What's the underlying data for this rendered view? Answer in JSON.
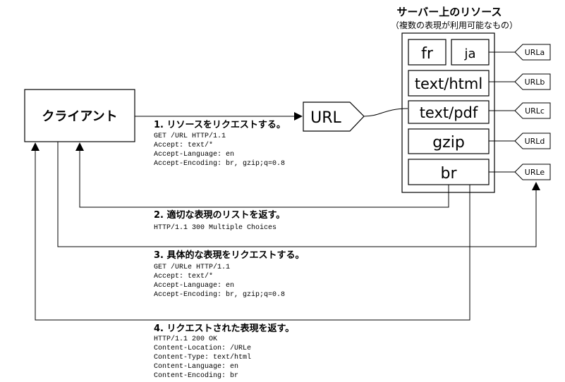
{
  "server": {
    "title": "サーバー上のリソース",
    "subtitle": "（複数の表現が利用可能なもの）",
    "row_fr": "fr",
    "row_ja": "ja",
    "row_html": "text/html",
    "row_pdf": "text/pdf",
    "row_gzip": "gzip",
    "row_br": "br",
    "url_a": "URLa",
    "url_b": "URLb",
    "url_c": "URLc",
    "url_d": "URLd",
    "url_e": "URLe"
  },
  "client": {
    "label": "クライアント"
  },
  "url_box": {
    "label": "URL"
  },
  "step1": {
    "title": "1. リソースをリクエストする。",
    "lines": [
      "GET /URL HTTP/1.1",
      "Accept: text/*",
      "Accept-Language: en",
      "Accept-Encoding: br, gzip;q=0.8"
    ]
  },
  "step2": {
    "title": "2. 適切な表現のリストを返す。",
    "lines": [
      "HTTP/1.1 300 Multiple Choices"
    ]
  },
  "step3": {
    "title": "3. 具体的な表現をリクエストする。",
    "lines": [
      "GET /URLe HTTP/1.1",
      "Accept: text/*",
      "Accept-Language: en",
      "Accept-Encoding: br, gzip;q=0.8"
    ]
  },
  "step4": {
    "title": "4. リクエストされた表現を返す。",
    "lines": [
      "HTTP/1.1 200 OK",
      "Content-Location: /URLe",
      "Content-Type: text/html",
      "Content-Language: en",
      "Content-Encoding: br"
    ]
  }
}
